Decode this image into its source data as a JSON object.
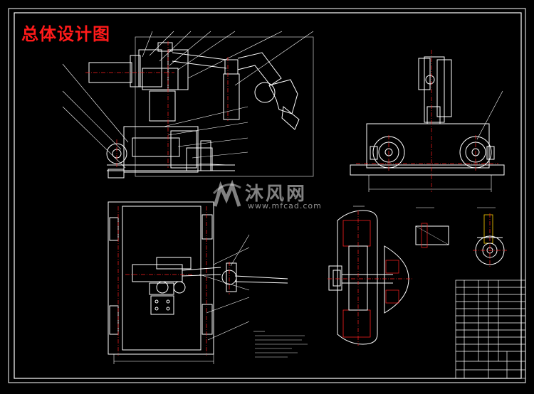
{
  "drawing": {
    "title": "总体设计图",
    "title_color": "#ff1a1a",
    "line_color": "#ffffff",
    "accent_color": "#ff2020",
    "dim_color": "#d8d8d8"
  },
  "watermark": {
    "brand": "沐风网",
    "url": "www.mfcad.com",
    "logo": "mf-logo-icon"
  }
}
